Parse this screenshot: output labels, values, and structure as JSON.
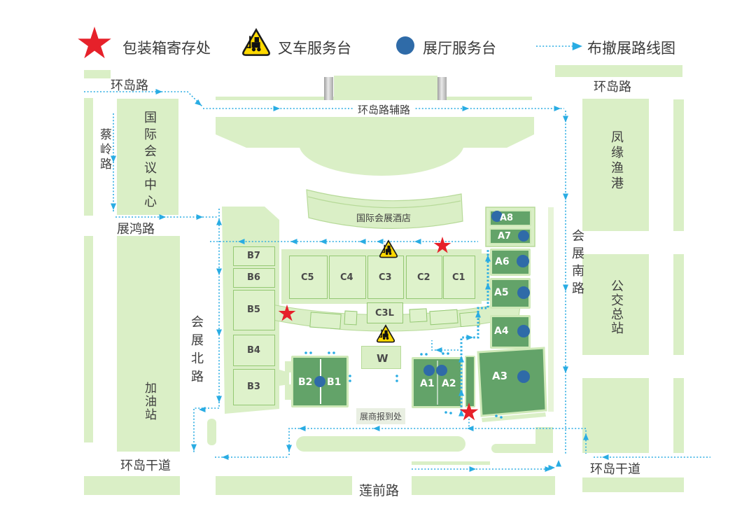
{
  "legend": {
    "items": [
      {
        "icon": "star-icon",
        "label": "包装箱寄存处"
      },
      {
        "icon": "forklift-warning-icon",
        "label": "叉车服务台"
      },
      {
        "icon": "service-dot-icon",
        "label": "展厅服务台"
      },
      {
        "icon": "route-arrow-icon",
        "label": "布撤展路线图"
      }
    ]
  },
  "roads": {
    "huandao_top_left": "环岛路",
    "huandao_top_right": "环岛路",
    "huandao_service_road": "环岛路辅路",
    "cailing": "蔡岭路",
    "zhanhong": "展鸿路",
    "huizhan_south": "会展南路",
    "huizhan_north": "会展北路",
    "huandao_trunk_left": "环岛干道",
    "huandao_trunk_right": "环岛干道",
    "lianqian": "莲前路"
  },
  "buildings": {
    "conference_center": "国际会议中心",
    "hotel": "国际会展酒店",
    "fishing_port": "凤缘渔港",
    "bus_terminal": "公交总站",
    "gas_station": "加油站",
    "registration": "展商报到处"
  },
  "halls": {
    "b_left": [
      "B7",
      "B6",
      "B5",
      "B4",
      "B3"
    ],
    "c_top": [
      "C5",
      "C4",
      "C3",
      "C2",
      "C1"
    ],
    "c3l": "C3L",
    "w": "W",
    "bottom_left": [
      "B2",
      "B1"
    ],
    "bottom_mid": [
      "A1",
      "A2"
    ],
    "a_right": [
      "A8",
      "A7",
      "A6",
      "A5",
      "A4",
      "A3"
    ]
  },
  "colors": {
    "route_blue": "#29ace3",
    "area_green": "#daefc6",
    "hall_green": "#63a369",
    "service_dot_blue": "#2f6ba8",
    "star_red": "#e6212a",
    "warning_yellow": "#ffd900"
  }
}
